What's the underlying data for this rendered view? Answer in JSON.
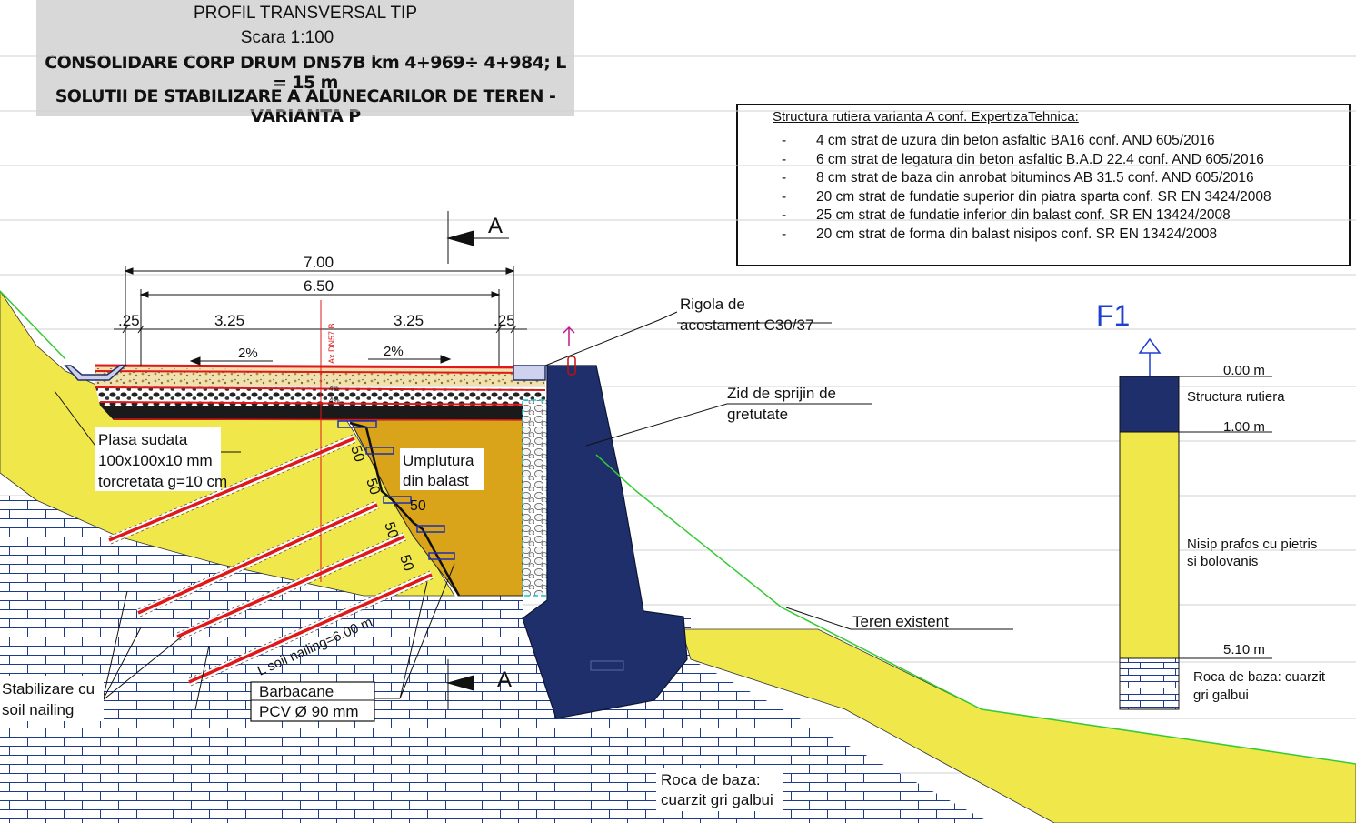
{
  "title": {
    "line1": "PROFIL TRANSVERSAL TIP",
    "line2": "Scara 1:100",
    "line3": "CONSOLIDARE CORP DRUM DN57B km 4+969÷ 4+984; L = 15 m",
    "line4": "SOLUTII DE STABILIZARE A ALUNECARILOR DE TEREN - VARIANTA P"
  },
  "road_structure": {
    "heading": "Structura rutiera varianta A conf. ExpertizaTehnica:",
    "bullet": "-",
    "layers": [
      "4 cm strat de uzura din beton asfaltic BA16 conf. AND 605/2016",
      "6 cm strat de legatura din beton asfaltic B.A.D 22.4 conf. AND 605/2016",
      "8 cm strat de baza din anrobat bituminos AB 31.5 conf. AND 605/2016",
      "20 cm strat de fundatie superior din piatra sparta conf. SR EN 3424/2008",
      "25 cm strat de fundatie inferior din balast  conf. SR EN 13424/2008",
      "20 cm strat de forma din balast nisipos  conf. SR EN 13424/2008"
    ]
  },
  "dimensions": {
    "total_width": "7.00",
    "carriageway": "6.50",
    "left_shoulder": ".25",
    "left_lane": "3.25",
    "right_lane": "3.25",
    "right_shoulder": ".25",
    "slope_left": "2%",
    "slope_right": "2%",
    "axis_label": "Ax DN57 B",
    "small_slopes": [
      "4%",
      "4%"
    ],
    "step_labels": [
      "50",
      "50",
      "50",
      "50",
      "50"
    ]
  },
  "section_marks": {
    "top": "A",
    "bottom": "A"
  },
  "labels": {
    "gutter_line1": "Rigola de",
    "gutter_line2": "acostament C30/37",
    "wall_line1": "Zid de sprijin de",
    "wall_line2": "gretutate",
    "mesh_line1": "Plasa sudata",
    "mesh_line2": "100x100x10 mm",
    "mesh_line3": "torcretata g=10 cm",
    "fill_line1": "Umplutura",
    "fill_line2": "din balast",
    "terrain": "Teren existent",
    "nailing_line1": "Stabilizare cu",
    "nailing_line2": "soil nailing",
    "nail_length": "L soil nailing=6.00 m",
    "weep_line1": "Barbacane",
    "weep_line2": "PCV Ø 90 mm",
    "bedrock_line1": "Roca de baza:",
    "bedrock_line2": "cuarzit gri galbui"
  },
  "borehole": {
    "name": "F1",
    "depths": [
      "0.00",
      "1.00",
      "5.10"
    ],
    "unit": "m",
    "layer1": "Structura rutiera",
    "layer2_line1": "Nisip prafos cu pietris",
    "layer2_line2": "si bolovanis",
    "layer3_line1": "Roca de baza: cuarzit",
    "layer3_line2": "gri galbui"
  },
  "colors": {
    "soil": "#f0e84a",
    "fill_gravel": "#d9a41a",
    "wall": "#1f2f6b",
    "asphalt_red": "#e0181a",
    "terrain_line": "#33cc33",
    "borehole_label": "#1f3fd0"
  }
}
